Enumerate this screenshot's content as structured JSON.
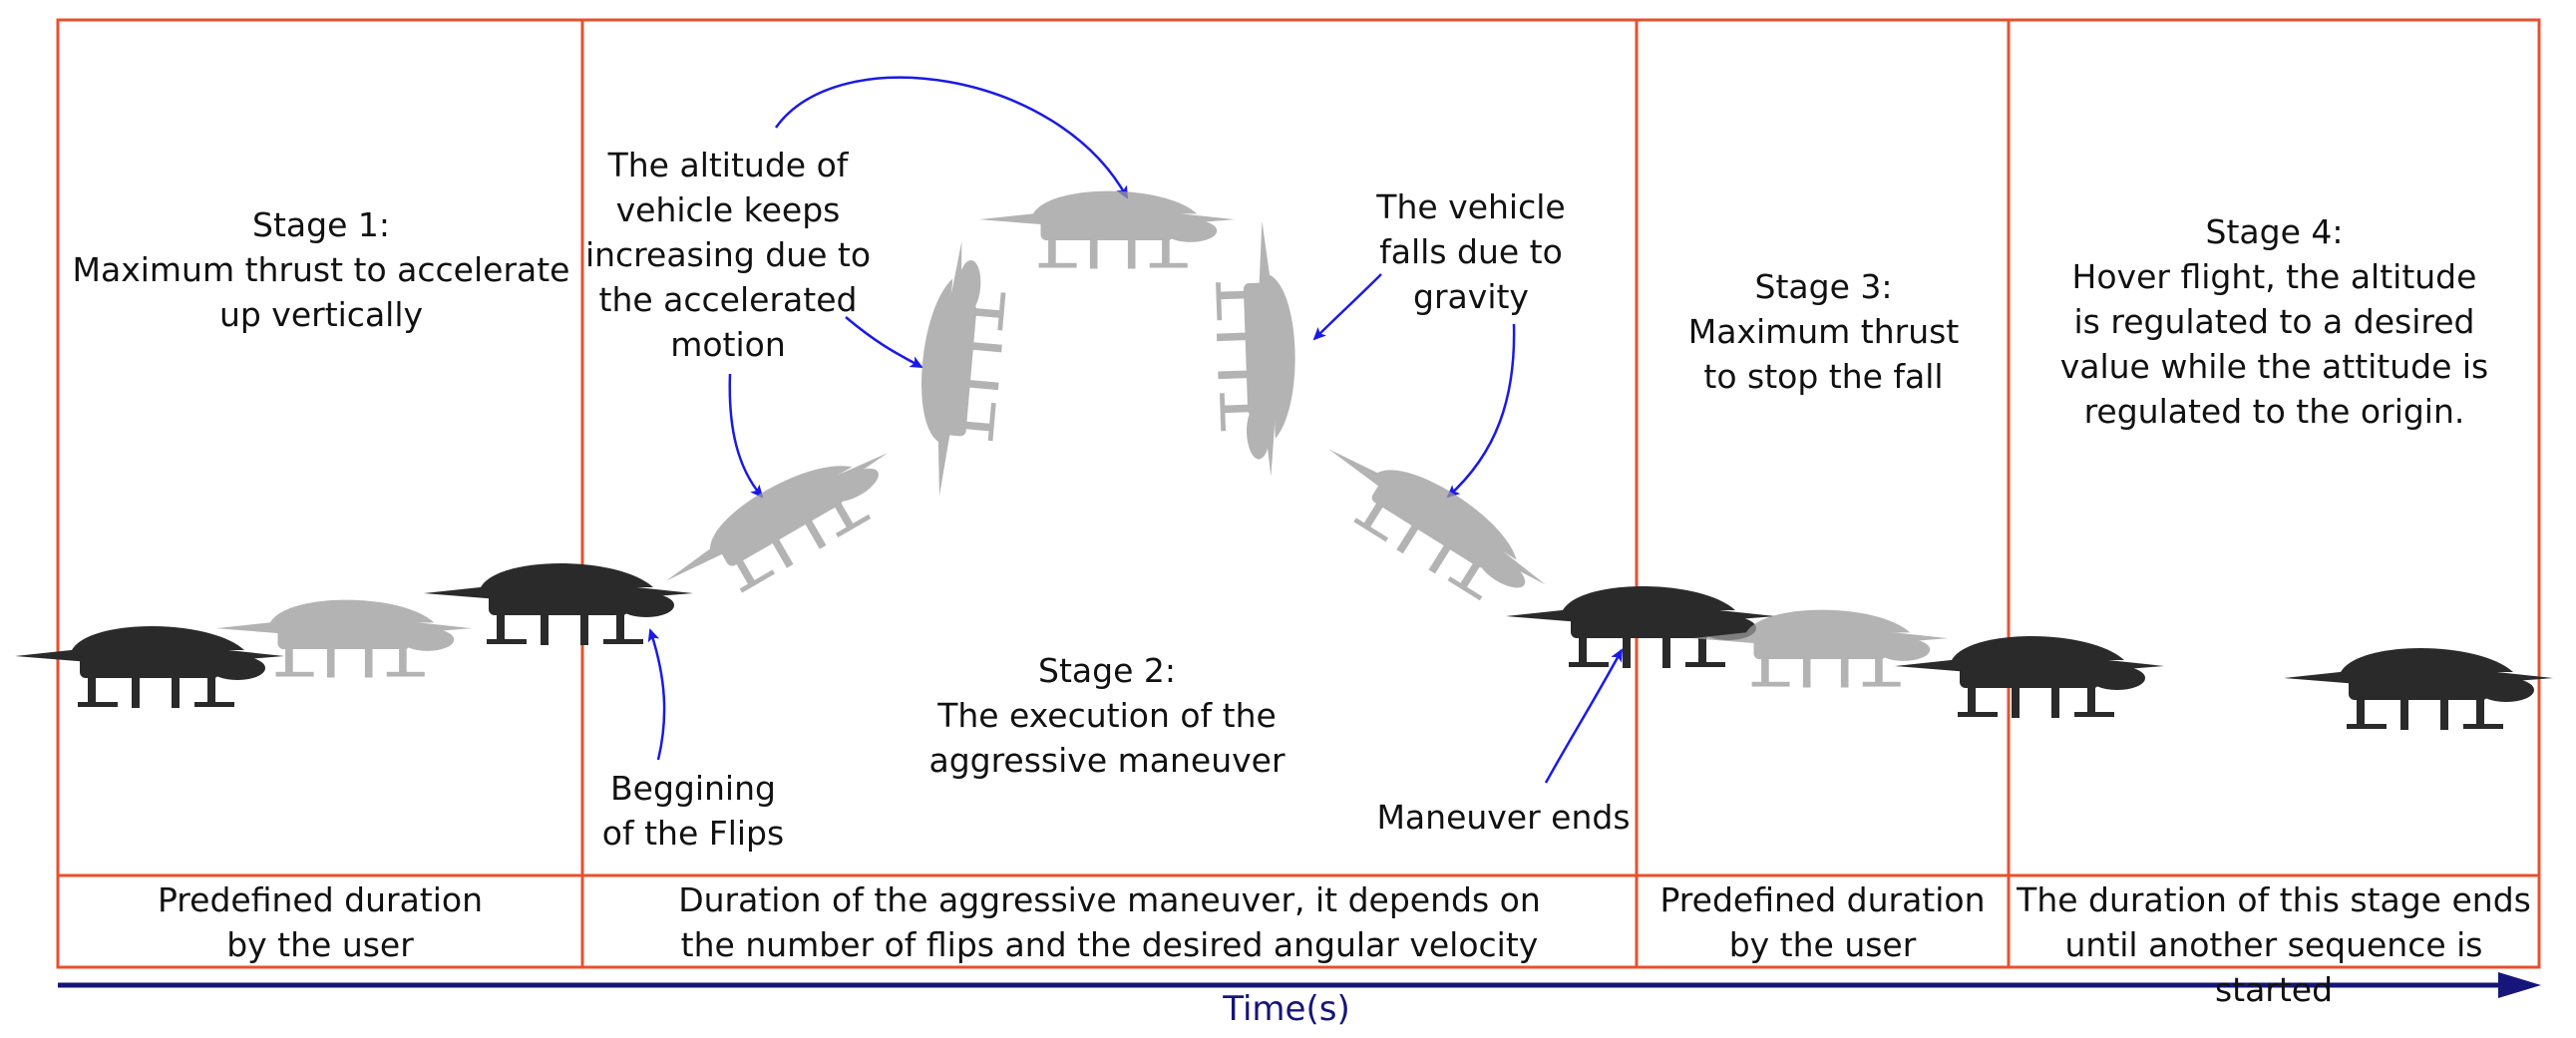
{
  "colors": {
    "grid": "#e8502f",
    "arrow": "#1a1ae6",
    "axis": "#15157a",
    "drone_dark": "#2a2a2a",
    "drone_faded": "#9a9a9a"
  },
  "stages": {
    "stage1": "Stage 1:\nMaximum thrust to accelerate\nup vertically",
    "stage2": "Stage 2:\nThe execution of the\naggressive maneuver",
    "stage3": "Stage 3:\nMaximum thrust\nto stop the fall",
    "stage4": "Stage 4:\nHover flight, the altitude\nis regulated to a desired\nvalue while the attitude is\nregulated to the origin."
  },
  "annotations": {
    "altitude": "The altitude of\nvehicle keeps\nincreasing due to\nthe accelerated\nmotion",
    "falls": "The vehicle\nfalls due to\ngravity",
    "begin": "Beggining\nof the Flips",
    "ends": "Maneuver ends"
  },
  "durations": {
    "d1": "Predefined duration\nby the user",
    "d2": "Duration of the aggressive maneuver, it depends on\nthe number of flips and the desired angular velocity",
    "d3": "Predefined duration\nby the user",
    "d4": "The duration of this stage ends\nuntil another sequence is started"
  },
  "axis": {
    "label": "Time(s)"
  },
  "icons": [
    "drone-icon",
    "arrow-icon"
  ]
}
